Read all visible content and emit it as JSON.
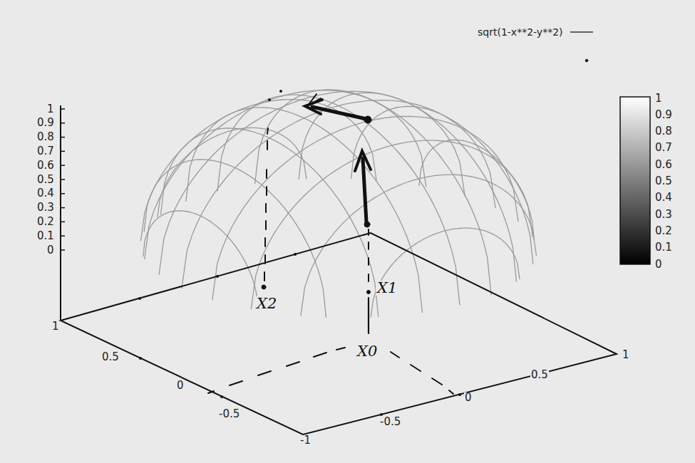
{
  "diagram": {
    "labels": [
      "1",
      "0.9",
      "0.8",
      "0.7",
      "0.6",
      "0.5",
      "0.4",
      "0.3",
      "0.2",
      "0.1",
      "0",
      "1",
      "0.9",
      "0.8",
      "0.7",
      "0.6",
      "0.5",
      "0.4",
      "0.3",
      "0.2",
      "0.1",
      "0",
      "1",
      "0.5",
      "0",
      "-0.5",
      "-1",
      "-0.5",
      "0",
      "0.5",
      "1",
      "X2",
      "X1",
      "X0"
    ],
    "legend": [
      {
        "text": "sqrt(1-x**2-y**2)"
      }
    ]
  }
}
